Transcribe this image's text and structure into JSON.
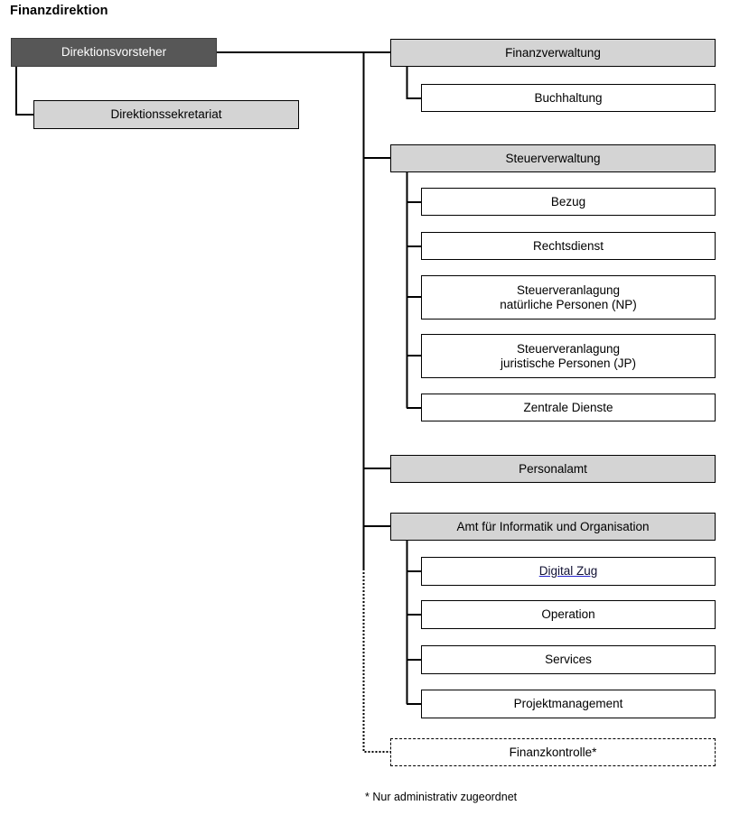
{
  "title": "Finanzdirektion",
  "footnote": "* Nur administrativ zugeordnet",
  "colors": {
    "head_fill": "#575757",
    "head_text": "#ffffff",
    "gray_fill": "#d4d4d4",
    "white_fill": "#ffffff",
    "border": "#000000",
    "link": "#2222cc"
  },
  "nodes": {
    "direktionsvorsteher": "Direktionsvorsteher",
    "direktionssekretariat": "Direktionssekretariat",
    "finanzverwaltung": "Finanzverwaltung",
    "buchhaltung": "Buchhaltung",
    "steuerverwaltung": "Steuerverwaltung",
    "bezug": "Bezug",
    "rechtsdienst": "Rechtsdienst",
    "steuerveranlagung_np": "Steuerveranlagung\nnatürliche Personen (NP)",
    "steuerveranlagung_jp": "Steuerveranlagung\njuristische Personen (JP)",
    "zentrale_dienste": "Zentrale Dienste",
    "personalamt": "Personalamt",
    "amt_informatik": "Amt für Informatik und Organisation",
    "digital_zug": "Digital Zug",
    "operation": "Operation",
    "services": "Services",
    "projektmanagement": "Projektmanagement",
    "finanzkontrolle": "Finanzkontrolle*"
  },
  "chart_data": {
    "type": "org-chart",
    "title": "Finanzdirektion",
    "footnote": "* Nur administrativ zugeordnet",
    "hierarchy": [
      {
        "label": "Direktionsvorsteher",
        "style": "dark",
        "children": [
          {
            "label": "Direktionssekretariat",
            "style": "gray",
            "relation": "staff"
          },
          {
            "label": "Finanzverwaltung",
            "style": "gray",
            "children": [
              {
                "label": "Buchhaltung",
                "style": "white"
              }
            ]
          },
          {
            "label": "Steuerverwaltung",
            "style": "gray",
            "children": [
              {
                "label": "Bezug",
                "style": "white"
              },
              {
                "label": "Rechtsdienst",
                "style": "white"
              },
              {
                "label": "Steuerveranlagung natürliche Personen (NP)",
                "style": "white"
              },
              {
                "label": "Steuerveranlagung juristische Personen (JP)",
                "style": "white"
              },
              {
                "label": "Zentrale Dienste",
                "style": "white"
              }
            ]
          },
          {
            "label": "Personalamt",
            "style": "gray",
            "children": []
          },
          {
            "label": "Amt für Informatik und Organisation",
            "style": "gray",
            "children": [
              {
                "label": "Digital Zug",
                "style": "white",
                "link": true
              },
              {
                "label": "Operation",
                "style": "white"
              },
              {
                "label": "Services",
                "style": "white"
              },
              {
                "label": "Projektmanagement",
                "style": "white"
              }
            ]
          },
          {
            "label": "Finanzkontrolle*",
            "style": "dashed",
            "relation": "dotted"
          }
        ]
      }
    ]
  }
}
